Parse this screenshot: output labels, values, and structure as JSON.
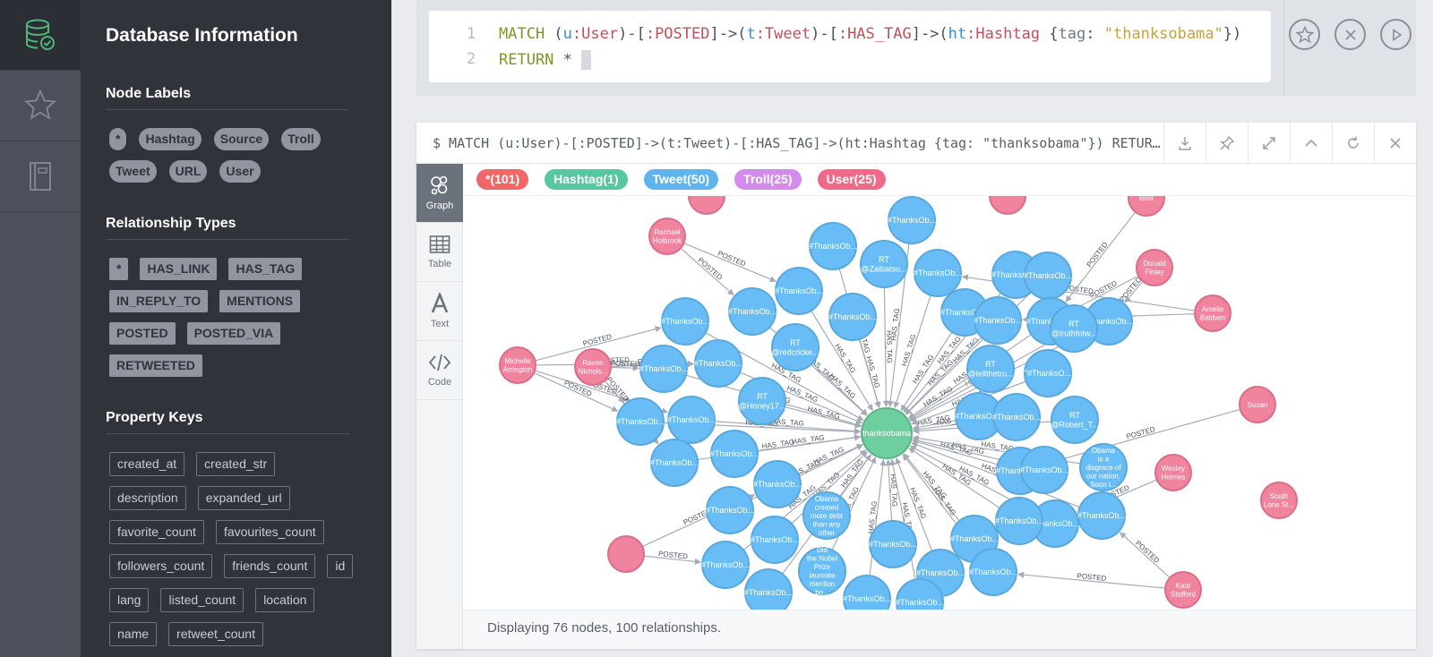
{
  "sidebar": {
    "title": "Database Information",
    "node_labels": {
      "heading": "Node Labels",
      "items": [
        "*",
        "Hashtag",
        "Source",
        "Troll",
        "Tweet",
        "URL",
        "User"
      ]
    },
    "relationship_types": {
      "heading": "Relationship Types",
      "items": [
        "*",
        "HAS_LINK",
        "HAS_TAG",
        "IN_REPLY_TO",
        "MENTIONS",
        "POSTED",
        "POSTED_VIA",
        "RETWEETED"
      ]
    },
    "property_keys": {
      "heading": "Property Keys",
      "items": [
        "created_at",
        "created_str",
        "description",
        "expanded_url",
        "favorite_count",
        "favourites_count",
        "followers_count",
        "friends_count",
        "id",
        "lang",
        "listed_count",
        "location",
        "name",
        "retweet_count"
      ]
    }
  },
  "editor": {
    "line_numbers": [
      "1",
      "2"
    ],
    "line1": {
      "kw": "MATCH",
      "p1": " (",
      "v1": "u",
      "l1": ":User",
      "p2": ")-[",
      "r1": ":POSTED",
      "p3": "]->(",
      "v2": "t",
      "l2": ":Tweet",
      "p4": ")-[",
      "r2": ":HAS_TAG",
      "p5": "]->(",
      "v3": "ht",
      "l3": ":Hashtag",
      "p6": " {",
      "key": "tag",
      "p7": ": ",
      "val": "\"thanksobama\"",
      "p8": "})"
    },
    "line2": {
      "kw": "RETURN",
      "rest": " *"
    }
  },
  "frame": {
    "query": "$ MATCH (u:User)-[:POSTED]->(t:Tweet)-[:HAS_TAG]->(ht:Hashtag {tag: \"thanksobama\"}) RETUR…",
    "tabs": [
      "Graph",
      "Table",
      "Text",
      "Code"
    ],
    "legend": [
      {
        "label": "*(101)",
        "color": "#f16667"
      },
      {
        "label": "Hashtag(1)",
        "color": "#57c7a0"
      },
      {
        "label": "Tweet(50)",
        "color": "#5fb4ef"
      },
      {
        "label": "Troll(25)",
        "color": "#d48bec"
      },
      {
        "label": "User(25)",
        "color": "#f16989"
      }
    ],
    "status": "Displaying 76 nodes, 100 relationships."
  },
  "graph": {
    "center_label": "thanksobama",
    "rel_posted": "POSTED",
    "rel_has_tag": "HAS_TAG",
    "tweet_label": "#ThanksOb...",
    "colors": {
      "tweet": "#68bdf6",
      "tweet_stroke": "#5aa8dc",
      "user": "#f0839e",
      "user_stroke": "#dc6d89",
      "hashtag": "#6dce9e",
      "hashtag_stroke": "#5bb386",
      "edge": "#a5abb6"
    },
    "special_tweets": [
      {
        "lines": [
          "RT",
          "@Zaibatsu..."
        ]
      },
      {
        "lines": [
          "RT",
          "@redcricke..."
        ]
      },
      {
        "lines": [
          "RT",
          "@truthfotw..."
        ]
      },
      {
        "lines": [
          "RT",
          "@tellthetru..."
        ]
      },
      {
        "lines": [
          "RT",
          "@Honey17..."
        ]
      },
      {
        "lines": [
          "RT",
          "@Robert_T..."
        ]
      },
      {
        "lines": [
          "\"#ThanksO..."
        ]
      },
      {
        "lines": [
          "Obama",
          "is a",
          "disgrace of",
          "our nation.",
          "Soon t..."
        ]
      },
      {
        "lines": [
          "Obama",
          "created",
          "more debt",
          "than any",
          "other"
        ]
      },
      {
        "lines": [
          "Did",
          "the Nobel",
          "Prize",
          "laureate",
          "mention",
          "bo..."
        ]
      }
    ],
    "users": [
      {
        "lines": [
          "Rachael",
          "Holbrook"
        ]
      },
      {
        "lines": [
          "Donald",
          "Finley"
        ]
      },
      {
        "lines": [
          "Amelie",
          "Baldwin"
        ]
      },
      {
        "lines": [
          "Michelle",
          "Arrington"
        ]
      },
      {
        "lines": [
          "Raven",
          "Nichols..."
        ]
      },
      {
        "lines": [
          "Susan"
        ]
      },
      {
        "lines": [
          "Wesley",
          "Holmes"
        ]
      },
      {
        "lines": [
          "South",
          "Lone St..."
        ]
      },
      {
        "lines": [
          "Kate",
          "Stafford"
        ]
      },
      {
        "lines": [
          "Brist"
        ]
      },
      {
        "lines": []
      },
      {
        "lines": []
      },
      {
        "lines": []
      }
    ]
  }
}
